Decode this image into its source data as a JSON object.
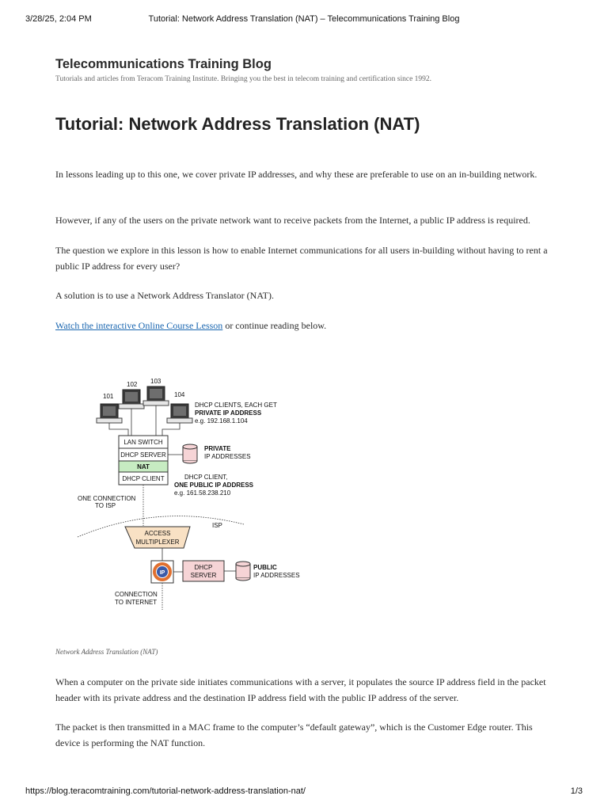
{
  "print_header": {
    "datetime": "3/28/25, 2:04 PM",
    "page_title": "Tutorial: Network Address Translation (NAT) – Telecommunications Training Blog"
  },
  "blog": {
    "title": "Telecommunications Training Blog",
    "tagline": "Tutorials and articles from Teracom Training Institute. Bringing you the best in telecom training and certification since 1992."
  },
  "post": {
    "title": "Tutorial: Network Address Translation (NAT)",
    "paragraphs": [
      "In lessons leading up to this one, we cover private IP addresses, and why these are preferable to use on an in-building network.",
      "However, if any of the users on the private network want to receive packets from the Internet, a public IP address is required.",
      "The question we explore in this lesson is how to enable Internet communications for all users in-building without having to rent a public IP address for every user?",
      "A solution is to use a Network Address Translator (NAT)."
    ],
    "link_text": "Watch the interactive Online Course Lesson",
    "link_suffix": " or continue reading below.",
    "caption": "Network Address Translation (NAT)",
    "after_paragraphs": [
      "When a computer on the private side initiates communications with a server, it populates the source IP address field in the packet header with its private address and the destination IP address field with the public IP address of the server.",
      "The packet is then transmitted in a MAC frame to the computer’s “default gateway”, which is the Customer Edge router. This device is performing the NAT function."
    ]
  },
  "diagram": {
    "computers": [
      "101",
      "102",
      "103",
      "104"
    ],
    "clients_label": [
      "DHCP CLIENTS, EACH GET",
      "PRIVATE IP ADDRESS",
      "e.g. 192.168.1.104"
    ],
    "stack": [
      "LAN SWITCH",
      "DHCP SERVER",
      "NAT",
      "DHCP CLIENT"
    ],
    "private_db": [
      "PRIVATE",
      "IP ADDRESSES"
    ],
    "client_label": [
      "DHCP CLIENT,",
      "ONE PUBLIC IP ADDRESS",
      "e.g. 161.58.238.210"
    ],
    "connection_isp": [
      "ONE CONNECTION",
      "TO ISP"
    ],
    "isp": "ISP",
    "mux": [
      "ACCESS",
      "MULTIPLEXER"
    ],
    "router_icon": "IP",
    "dhcp_server": [
      "DHCP",
      "SERVER"
    ],
    "public_db": [
      "PUBLIC",
      "IP ADDRESSES"
    ],
    "connection_internet": [
      "CONNECTION",
      "TO INTERNET"
    ],
    "colors": {
      "nat": "#c7ecc2",
      "db": "#f6d4d6",
      "mux": "#f9e1c4",
      "dhcp_box": "#f6d4d6"
    }
  },
  "print_footer": {
    "url": "https://blog.teracomtraining.com/tutorial-network-address-translation-nat/",
    "page": "1/3"
  }
}
